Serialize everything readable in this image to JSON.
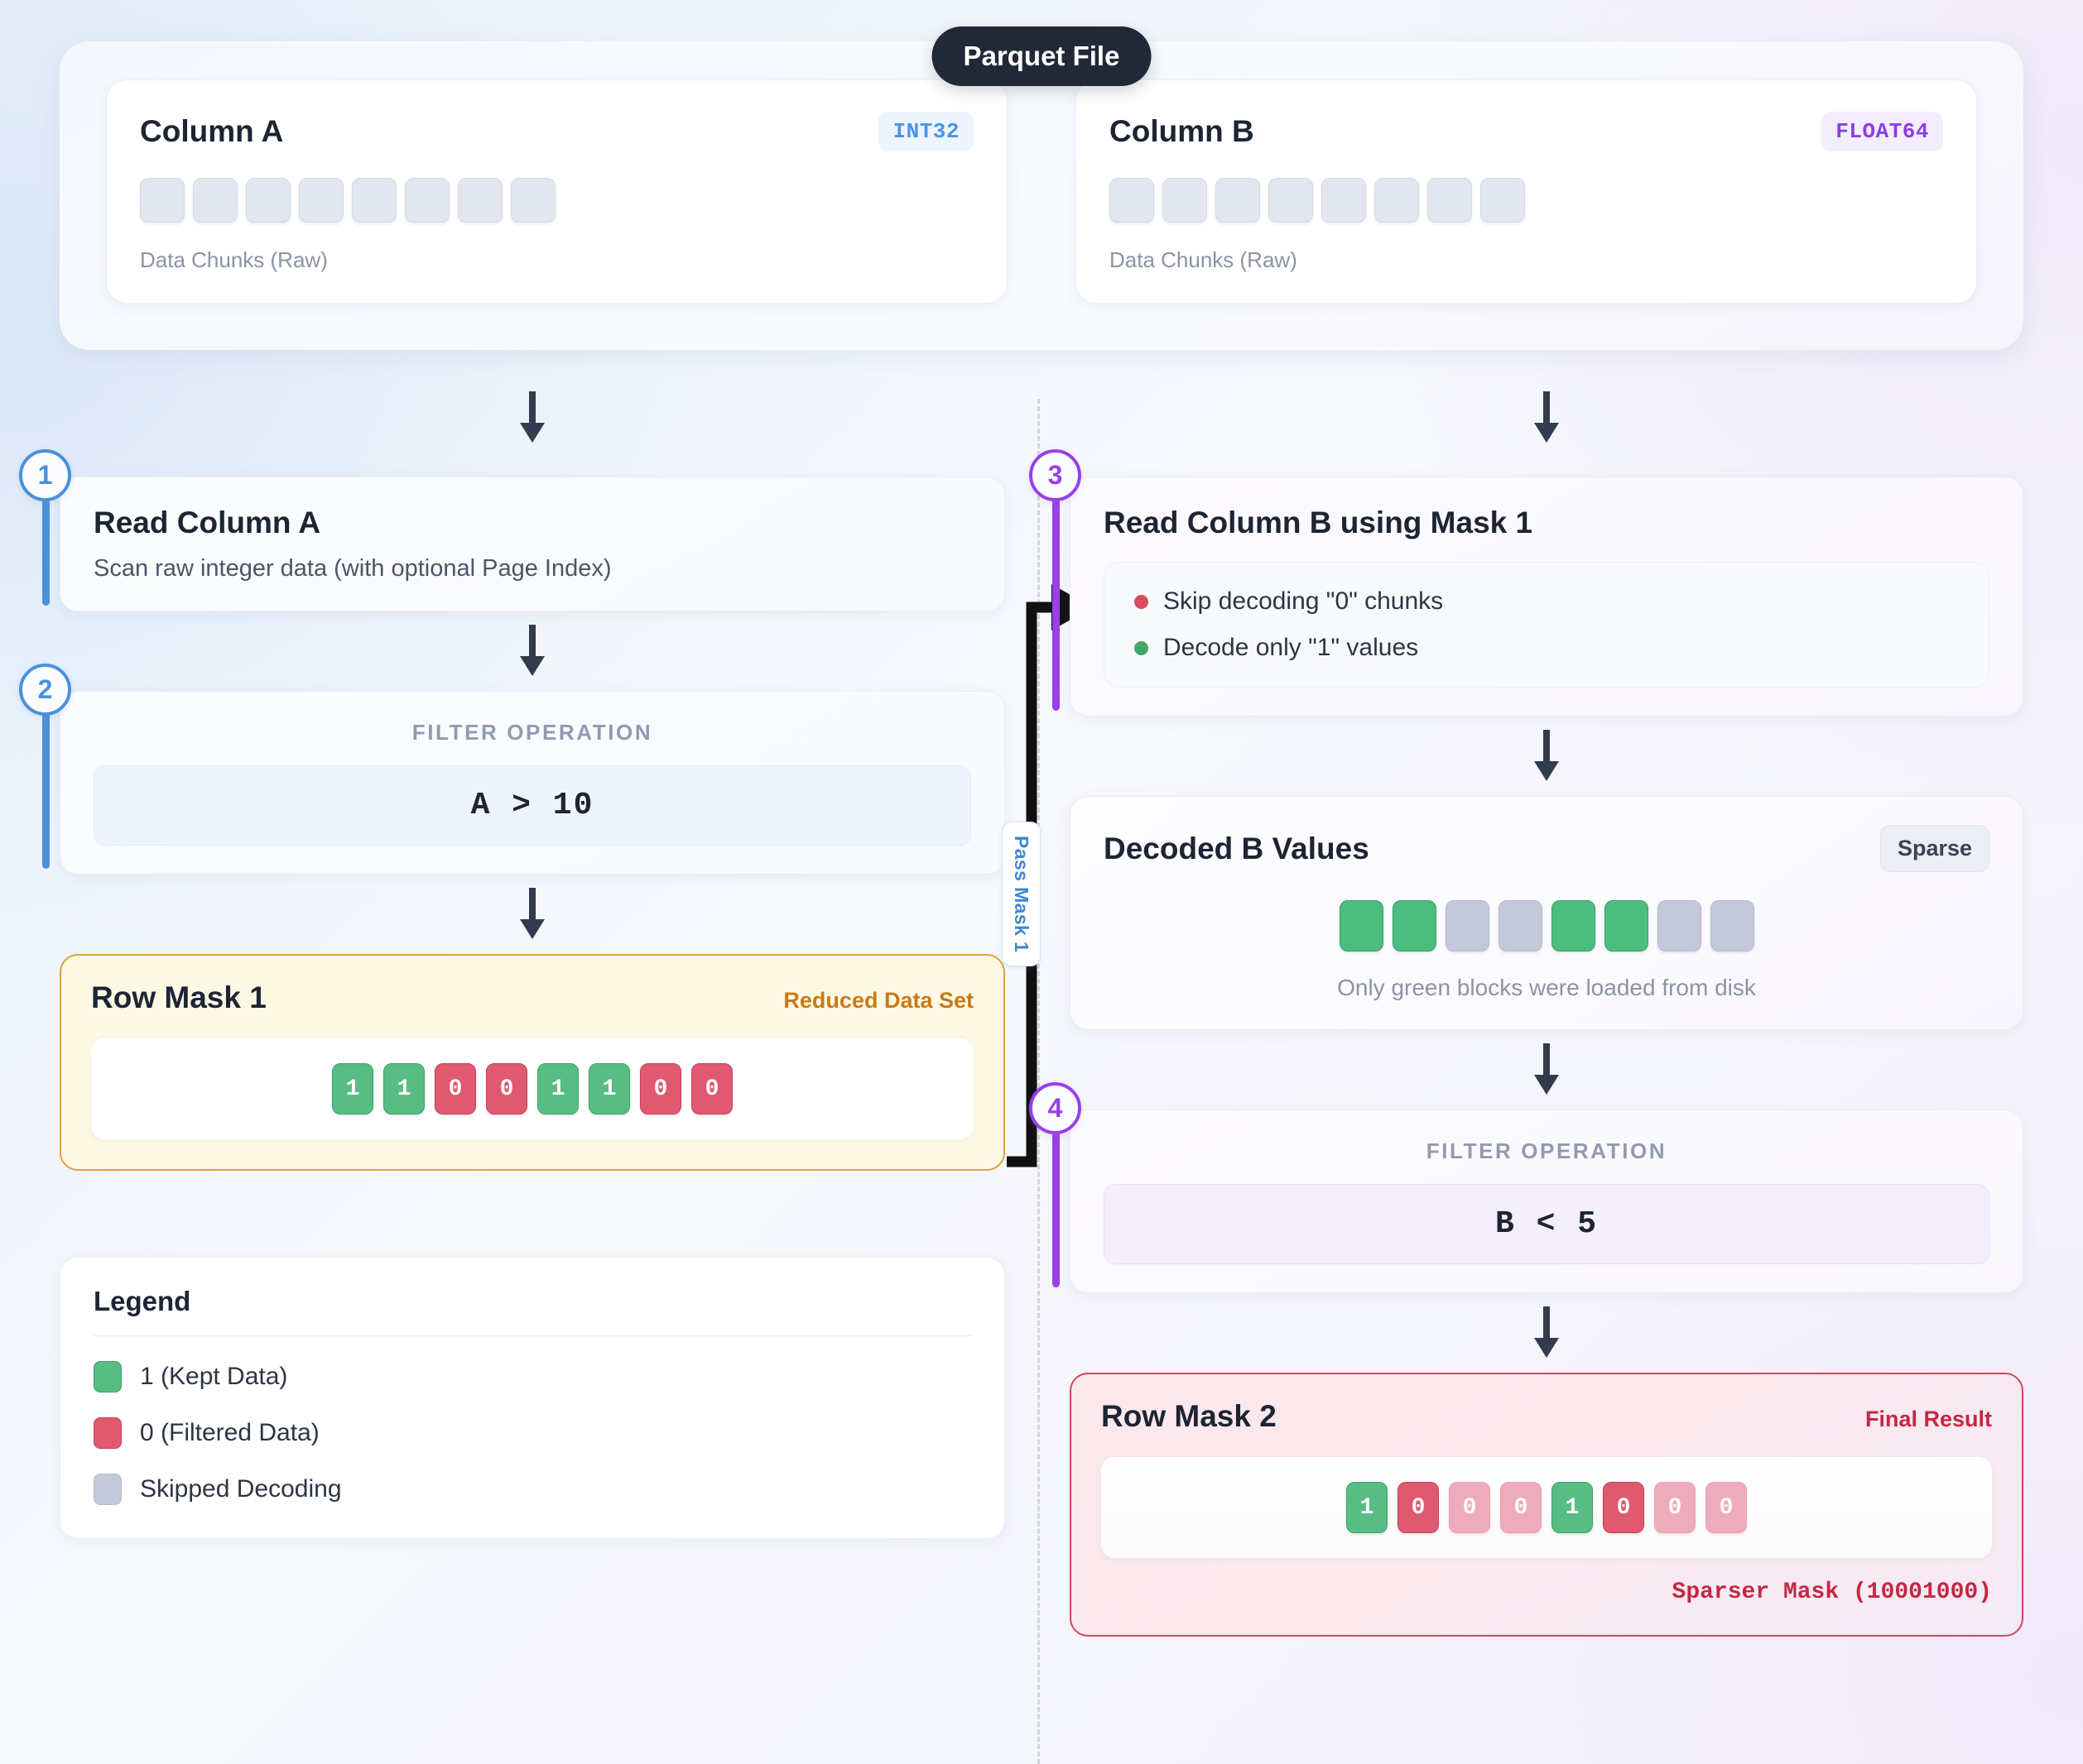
{
  "parquet": {
    "title": "Parquet File",
    "columns": [
      {
        "name": "Column A",
        "type": "INT32",
        "chunk_count": 8,
        "caption": "Data Chunks (Raw)"
      },
      {
        "name": "Column B",
        "type": "FLOAT64",
        "chunk_count": 8,
        "caption": "Data Chunks (Raw)"
      }
    ]
  },
  "left_column": {
    "step1": {
      "number": "1",
      "title": "Read Column A",
      "subtitle": "Scan raw integer data (with optional Page Index)"
    },
    "step2": {
      "number": "2",
      "label": "FILTER OPERATION",
      "expression": "A > 10"
    },
    "row_mask_1": {
      "title": "Row Mask 1",
      "tag": "Reduced Data Set",
      "bits": [
        "1",
        "1",
        "0",
        "0",
        "1",
        "1",
        "0",
        "0"
      ],
      "states": [
        "green",
        "green",
        "red",
        "red",
        "green",
        "green",
        "red",
        "red"
      ]
    },
    "legend": {
      "title": "Legend",
      "items": [
        {
          "swatch": "green",
          "label": "1 (Kept Data)"
        },
        {
          "swatch": "red",
          "label": "0 (Filtered Data)"
        },
        {
          "swatch": "gray",
          "label": "Skipped Decoding"
        }
      ]
    }
  },
  "connector": {
    "label": "Pass Mask 1"
  },
  "right_column": {
    "step3": {
      "number": "3",
      "title": "Read Column B using Mask 1",
      "bullets": [
        {
          "dot": "red",
          "text": "Skip decoding \"0\" chunks"
        },
        {
          "dot": "green",
          "text": "Decode only \"1\" values"
        }
      ]
    },
    "decoded": {
      "title": "Decoded B Values",
      "badge": "Sparse",
      "blocks": [
        "green",
        "green",
        "gray",
        "gray",
        "green",
        "green",
        "gray",
        "gray"
      ],
      "caption": "Only green blocks were loaded from disk"
    },
    "step4": {
      "number": "4",
      "label": "FILTER OPERATION",
      "expression": "B < 5"
    },
    "row_mask_2": {
      "title": "Row Mask 2",
      "tag": "Final Result",
      "bits": [
        "1",
        "0",
        "0",
        "0",
        "1",
        "0",
        "0",
        "0"
      ],
      "states": [
        "green",
        "red",
        "faded",
        "faded",
        "green",
        "red",
        "faded",
        "faded"
      ],
      "footer": "Sparser Mask (10001000)"
    }
  },
  "colors": {
    "accent_blue": "#4a91da",
    "accent_purple": "#9b3fe8",
    "kept_green": "#58bd84",
    "filtered_red": "#df5971",
    "skipped_gray": "#c3c8da",
    "faded_red": "#eeabbb",
    "title_pill": "#212936",
    "mask1_border": "#e0a23c",
    "mask2_border": "#d0455f"
  }
}
